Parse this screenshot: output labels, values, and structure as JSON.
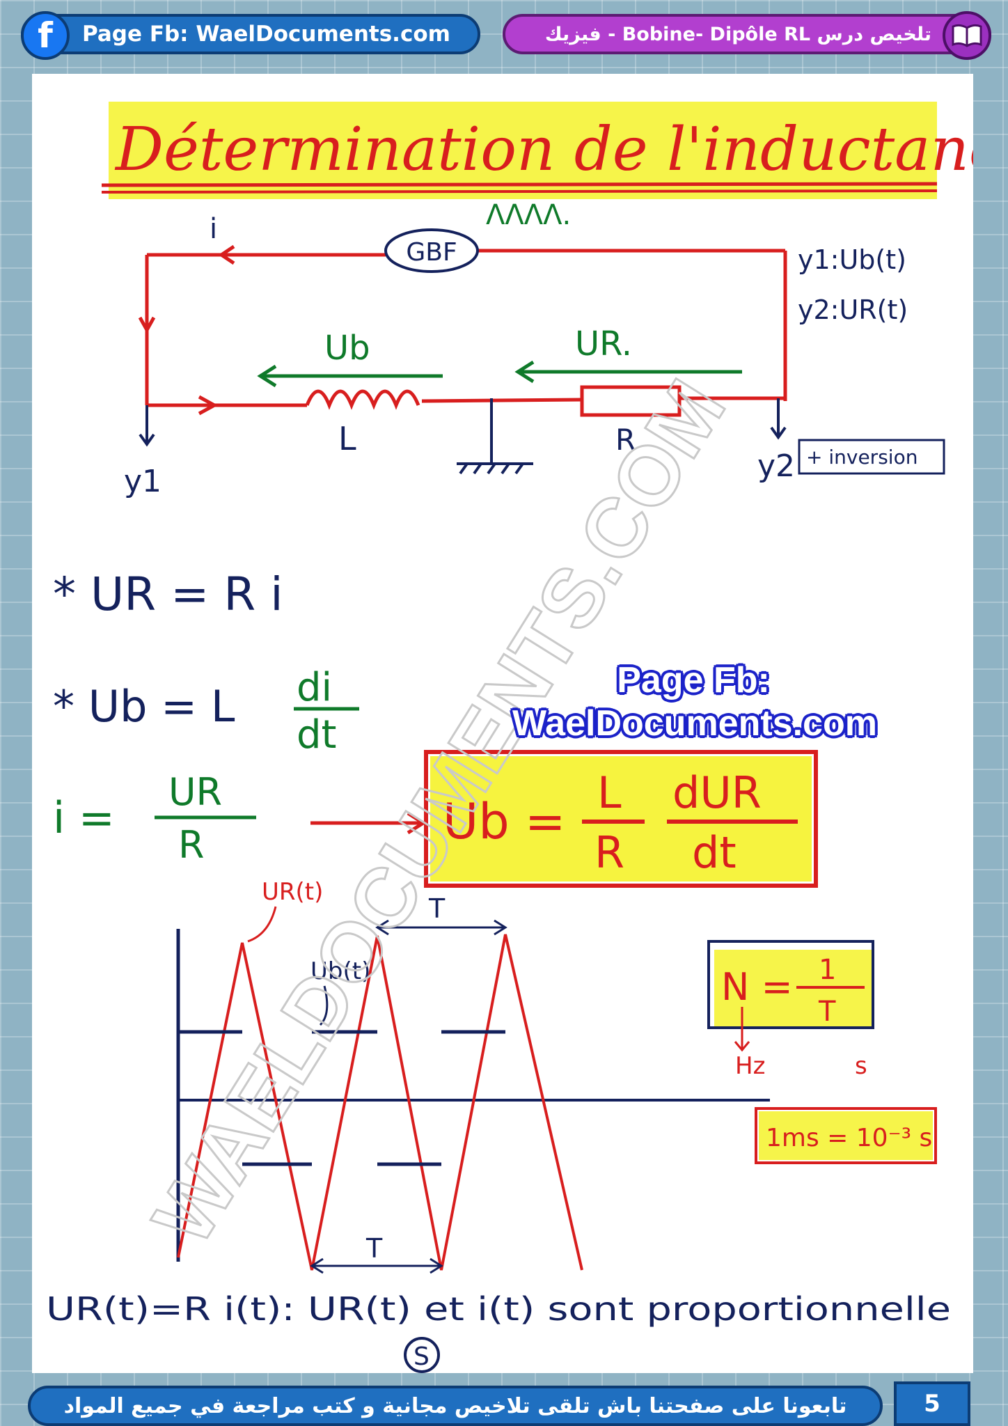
{
  "header": {
    "fb_label": "Page Fb: WaelDocuments.com",
    "fb_icon": "facebook-icon",
    "course_label": "تلخيص درس Bobine- Dipôle RL - فيزيك",
    "course_icon": "book-icon"
  },
  "content": {
    "title": "Détermination de l'inductance L:",
    "circuit": {
      "generator": "GBF",
      "signal_symbol": "ΛΛΛΛ.",
      "current": "i",
      "y1_label": "y1:Ub(t)",
      "y2_label": "y2:UR(t)",
      "ub": "Ub",
      "ur": "UR.",
      "inductor": "L",
      "resistor": "R",
      "y1": "y1",
      "y2": "y2",
      "inversion_box": "+ inversion"
    },
    "equations": {
      "eq1": "UR = R i",
      "eq2_lhs": "Ub = L",
      "eq2_num": "di",
      "eq2_den": "dt",
      "eq3_lhs": "i =",
      "eq3_num": "UR",
      "eq3_den": "R",
      "boxed_lhs": "Ub =",
      "boxed_f1_num": "L",
      "boxed_f1_den": "R",
      "boxed_f2_num": "dUR",
      "boxed_f2_den": "dt"
    },
    "graph": {
      "ur_label": "UR(t)",
      "ub_label": "Ub(t)",
      "period_top": "T",
      "period_bottom": "T"
    },
    "frequency_box": {
      "lhs": "N =",
      "num": "1",
      "den": "T",
      "unit_hz": "Hz",
      "unit_s": "s"
    },
    "ms_box": "1ms = 10⁻³ s",
    "conclusion": "UR(t)=R i(t): UR(t) et i(t) sont proportionnelle",
    "circled": "S"
  },
  "watermark": {
    "fb_line1": "Page Fb:",
    "fb_line2": "WaelDocuments.com",
    "diagonal": "WAELDOCUMENTS.COM"
  },
  "footer": {
    "text": "تابعونا على صفحتنا باش تلقى تلاخيص مجانية و كتب مراجعة في جميع المواد",
    "page_number": "5"
  },
  "colors": {
    "ink_red": "#d81e1e",
    "ink_green": "#0f7a2a",
    "ink_navy": "#14215c",
    "highlight": "#f5f22a",
    "pill_blue": "#1f6fc0",
    "pill_purple": "#b23fcf"
  }
}
